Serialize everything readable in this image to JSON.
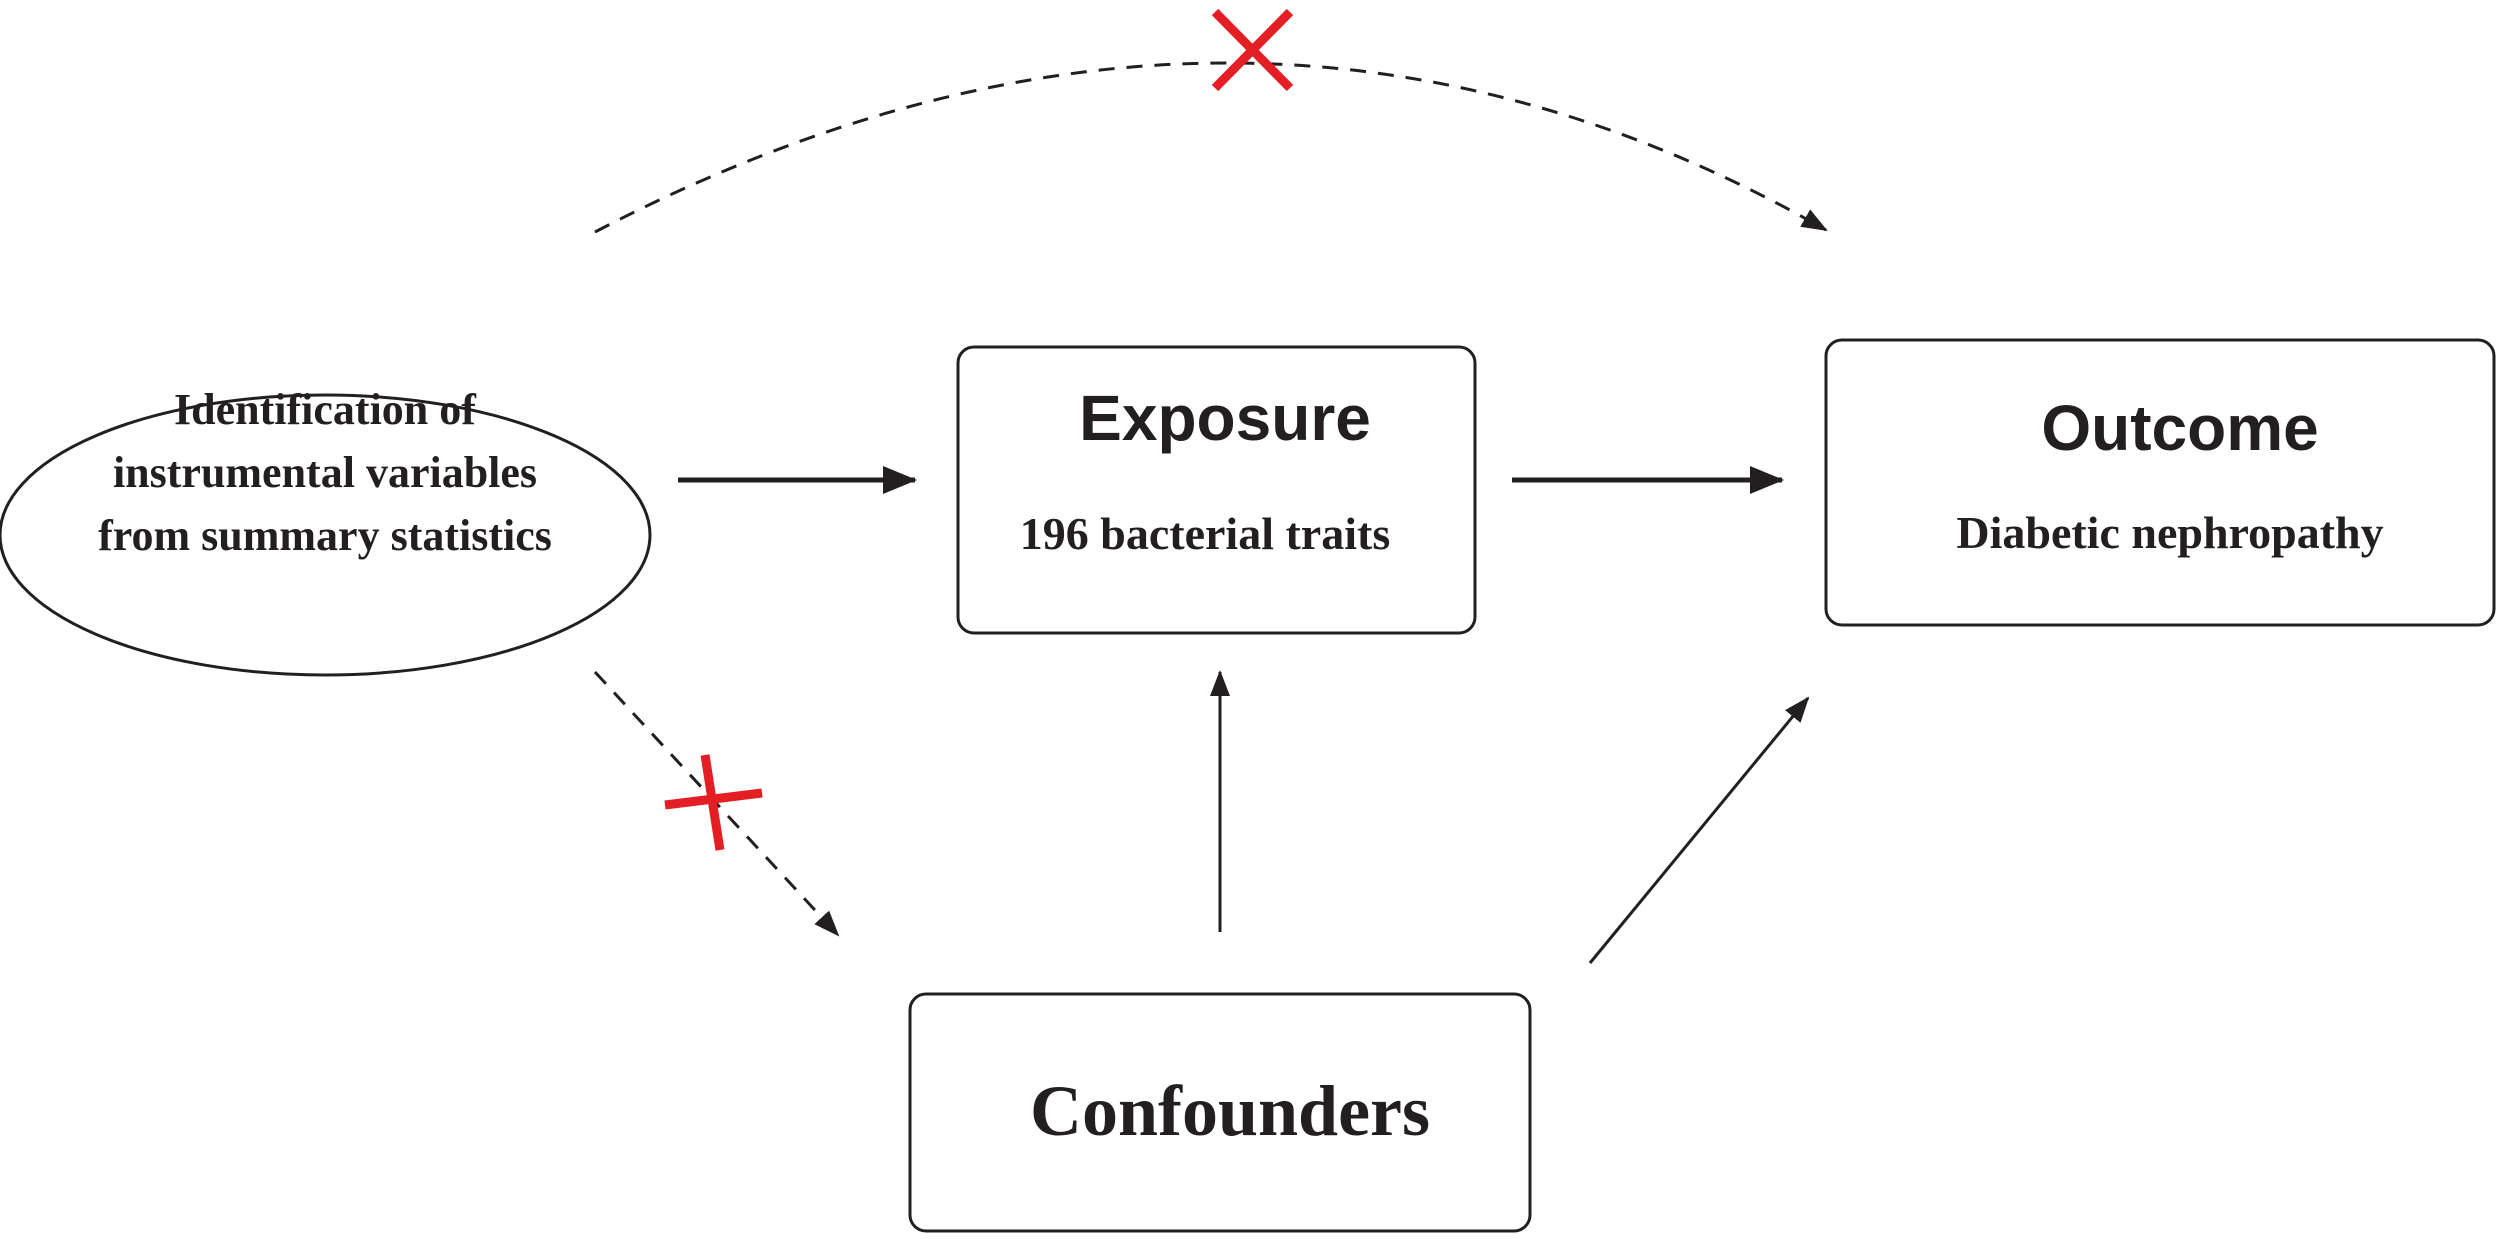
{
  "nodes": {
    "instruments": {
      "lines": [
        "Identification of",
        "instrumental variables",
        "from summary statistics"
      ]
    },
    "exposure": {
      "title": "Exposure",
      "subtitle": "196 bacterial traits"
    },
    "outcome": {
      "title": "Outcome",
      "subtitle": "Diabetic nephropathy"
    },
    "confounders": {
      "title": "Confounders"
    }
  },
  "colors": {
    "ink": "#231f20",
    "cross": "#e31e24"
  }
}
